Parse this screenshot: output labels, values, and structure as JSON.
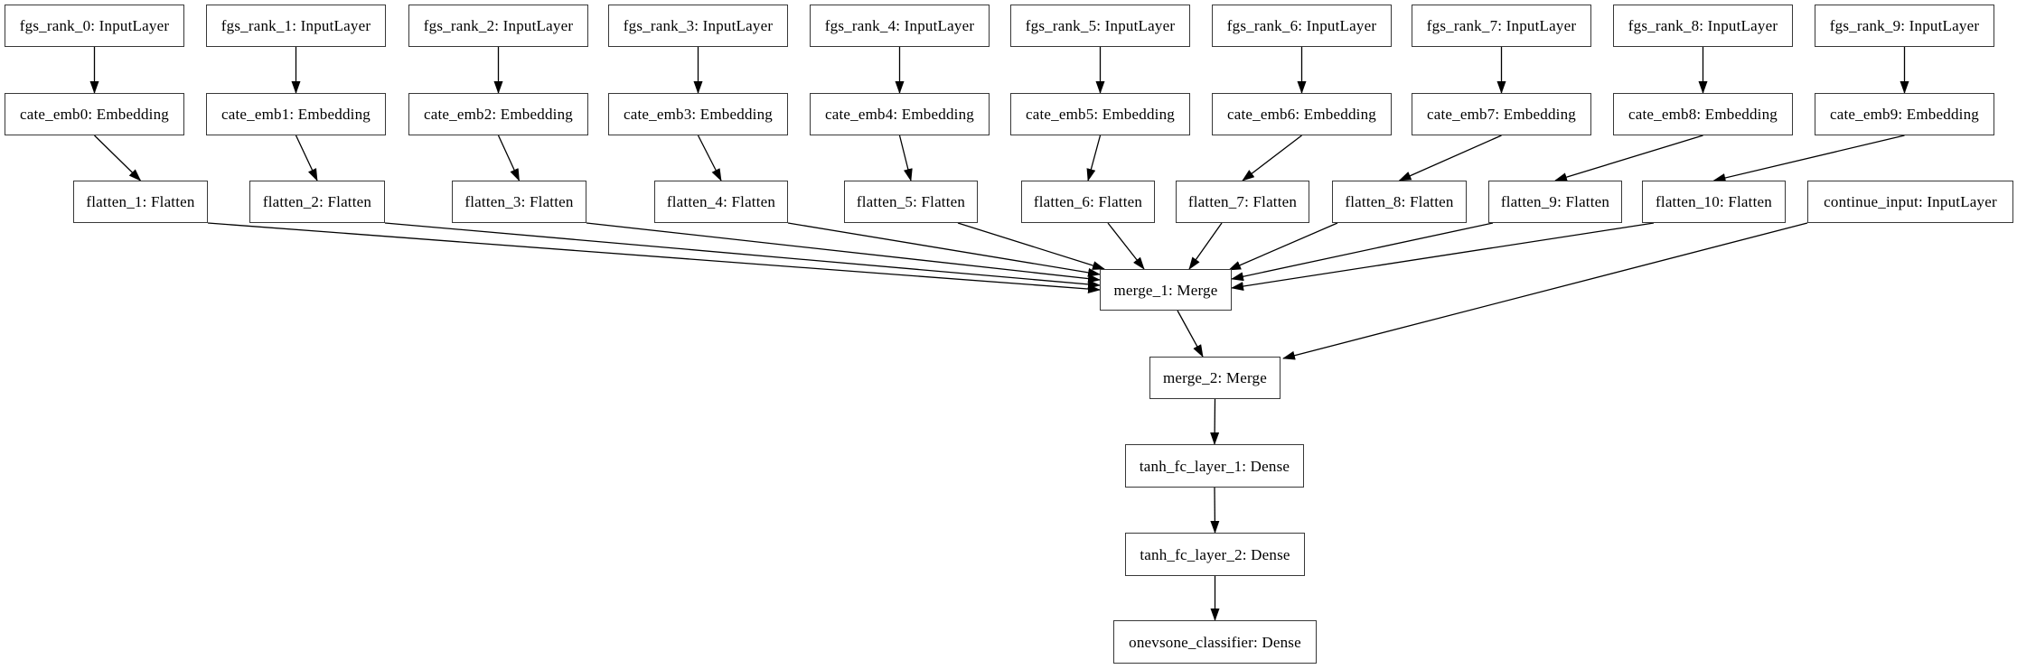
{
  "diagram": {
    "nodes": {
      "fgs_rank_0": {
        "label": "fgs_rank_0: InputLayer"
      },
      "fgs_rank_1": {
        "label": "fgs_rank_1: InputLayer"
      },
      "fgs_rank_2": {
        "label": "fgs_rank_2: InputLayer"
      },
      "fgs_rank_3": {
        "label": "fgs_rank_3: InputLayer"
      },
      "fgs_rank_4": {
        "label": "fgs_rank_4: InputLayer"
      },
      "fgs_rank_5": {
        "label": "fgs_rank_5: InputLayer"
      },
      "fgs_rank_6": {
        "label": "fgs_rank_6: InputLayer"
      },
      "fgs_rank_7": {
        "label": "fgs_rank_7: InputLayer"
      },
      "fgs_rank_8": {
        "label": "fgs_rank_8: InputLayer"
      },
      "fgs_rank_9": {
        "label": "fgs_rank_9: InputLayer"
      },
      "cate_emb0": {
        "label": "cate_emb0: Embedding"
      },
      "cate_emb1": {
        "label": "cate_emb1: Embedding"
      },
      "cate_emb2": {
        "label": "cate_emb2: Embedding"
      },
      "cate_emb3": {
        "label": "cate_emb3: Embedding"
      },
      "cate_emb4": {
        "label": "cate_emb4: Embedding"
      },
      "cate_emb5": {
        "label": "cate_emb5: Embedding"
      },
      "cate_emb6": {
        "label": "cate_emb6: Embedding"
      },
      "cate_emb7": {
        "label": "cate_emb7: Embedding"
      },
      "cate_emb8": {
        "label": "cate_emb8: Embedding"
      },
      "cate_emb9": {
        "label": "cate_emb9: Embedding"
      },
      "flatten_1": {
        "label": "flatten_1: Flatten"
      },
      "flatten_2": {
        "label": "flatten_2: Flatten"
      },
      "flatten_3": {
        "label": "flatten_3: Flatten"
      },
      "flatten_4": {
        "label": "flatten_4: Flatten"
      },
      "flatten_5": {
        "label": "flatten_5: Flatten"
      },
      "flatten_6": {
        "label": "flatten_6: Flatten"
      },
      "flatten_7": {
        "label": "flatten_7: Flatten"
      },
      "flatten_8": {
        "label": "flatten_8: Flatten"
      },
      "flatten_9": {
        "label": "flatten_9: Flatten"
      },
      "flatten_10": {
        "label": "flatten_10: Flatten"
      },
      "continue_input": {
        "label": "continue_input: InputLayer"
      },
      "merge_1": {
        "label": "merge_1: Merge"
      },
      "merge_2": {
        "label": "merge_2: Merge"
      },
      "tanh_fc_layer_1": {
        "label": "tanh_fc_layer_1: Dense"
      },
      "tanh_fc_layer_2": {
        "label": "tanh_fc_layer_2: Dense"
      },
      "onevsone_classifier": {
        "label": "onevsone_classifier: Dense"
      }
    },
    "edges": [
      {
        "from": "fgs_rank_0",
        "to": "cate_emb0"
      },
      {
        "from": "fgs_rank_1",
        "to": "cate_emb1"
      },
      {
        "from": "fgs_rank_2",
        "to": "cate_emb2"
      },
      {
        "from": "fgs_rank_3",
        "to": "cate_emb3"
      },
      {
        "from": "fgs_rank_4",
        "to": "cate_emb4"
      },
      {
        "from": "fgs_rank_5",
        "to": "cate_emb5"
      },
      {
        "from": "fgs_rank_6",
        "to": "cate_emb6"
      },
      {
        "from": "fgs_rank_7",
        "to": "cate_emb7"
      },
      {
        "from": "fgs_rank_8",
        "to": "cate_emb8"
      },
      {
        "from": "fgs_rank_9",
        "to": "cate_emb9"
      },
      {
        "from": "cate_emb0",
        "to": "flatten_1"
      },
      {
        "from": "cate_emb1",
        "to": "flatten_2"
      },
      {
        "from": "cate_emb2",
        "to": "flatten_3"
      },
      {
        "from": "cate_emb3",
        "to": "flatten_4"
      },
      {
        "from": "cate_emb4",
        "to": "flatten_5"
      },
      {
        "from": "cate_emb5",
        "to": "flatten_6"
      },
      {
        "from": "cate_emb6",
        "to": "flatten_7"
      },
      {
        "from": "cate_emb7",
        "to": "flatten_8"
      },
      {
        "from": "cate_emb8",
        "to": "flatten_9"
      },
      {
        "from": "cate_emb9",
        "to": "flatten_10"
      },
      {
        "from": "flatten_1",
        "to": "merge_1"
      },
      {
        "from": "flatten_2",
        "to": "merge_1"
      },
      {
        "from": "flatten_3",
        "to": "merge_1"
      },
      {
        "from": "flatten_4",
        "to": "merge_1"
      },
      {
        "from": "flatten_5",
        "to": "merge_1"
      },
      {
        "from": "flatten_6",
        "to": "merge_1"
      },
      {
        "from": "flatten_7",
        "to": "merge_1"
      },
      {
        "from": "flatten_8",
        "to": "merge_1"
      },
      {
        "from": "flatten_9",
        "to": "merge_1"
      },
      {
        "from": "flatten_10",
        "to": "merge_1"
      },
      {
        "from": "merge_1",
        "to": "merge_2"
      },
      {
        "from": "continue_input",
        "to": "merge_2"
      },
      {
        "from": "merge_2",
        "to": "tanh_fc_layer_1"
      },
      {
        "from": "tanh_fc_layer_1",
        "to": "tanh_fc_layer_2"
      },
      {
        "from": "tanh_fc_layer_2",
        "to": "onevsone_classifier"
      }
    ]
  },
  "colors": {
    "background": "#ffffff",
    "node_fill": "#ffffff",
    "node_border": "#383838",
    "edge": "#000000",
    "text": "#000000"
  }
}
